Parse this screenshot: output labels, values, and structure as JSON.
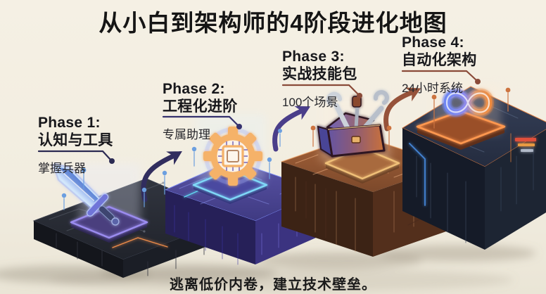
{
  "title": "从小白到架构师的4阶段进化地图",
  "caption": "逃离低价内卷，建立技术壁垒。",
  "phases": [
    {
      "label": "Phase 1:",
      "name": "认知与工具",
      "subtitle": "掌握兵器",
      "icon": "sword-icon",
      "accent": "#2b2a52",
      "cube_color": "#23262e",
      "glow": "#8f7bff"
    },
    {
      "label": "Phase 2:",
      "name": "工程化进阶",
      "subtitle": "专属助理",
      "icon": "gear-chip-icon",
      "accent": "#35316e",
      "cube_color": "#423c85",
      "glow": "#5fd8f0"
    },
    {
      "label": "Phase 3:",
      "name": "实战技能包",
      "subtitle": "100个场景",
      "icon": "toolbox-icon",
      "accent": "#8a4a38",
      "cube_color": "#7e4a2c",
      "glow": "#f0a060"
    },
    {
      "label": "Phase 4:",
      "name": "自动化架构",
      "subtitle": "24小时系统",
      "icon": "infinity-icon",
      "accent": "#8a4a38",
      "cube_color": "#262e40",
      "glow": "#f08838"
    }
  ],
  "colors": {
    "background": "#f3eee1",
    "title_text": "#151515",
    "arrow_1": "#312d5e",
    "arrow_2": "#4a3e8a",
    "arrow_3": "#96523a",
    "pin_blue": "#6b9fe0",
    "pin_orange": "#cd7440"
  }
}
